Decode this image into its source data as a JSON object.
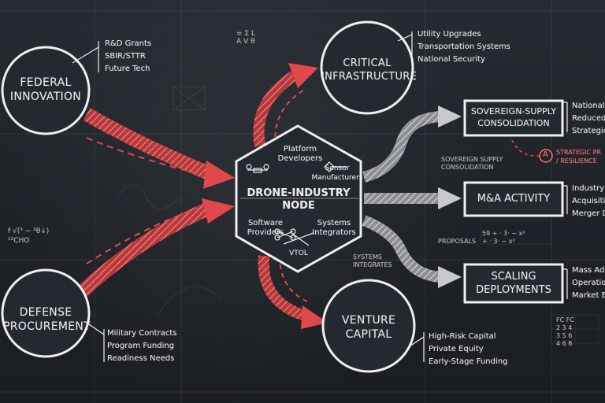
{
  "nodes": {
    "federal": {
      "title": "FEDERAL\nINNOVATION",
      "bullets": [
        "R&D Grants",
        "SBIR/STTR",
        "Future Tech"
      ]
    },
    "defense": {
      "title": "DEFENSE\nPROCUREMENT",
      "bullets": [
        "Military Contracts",
        "Program Funding",
        "Readiness Needs"
      ]
    },
    "critical": {
      "title": "CRITICAL\nINFRASTRUCTURE",
      "bullets": [
        "Utility Upgrades",
        "Transportation Systems",
        "National Security"
      ]
    },
    "venture": {
      "title": "VENTURE\nCAPITAL",
      "bullets": [
        "High-Risk Capital",
        "Private Equity",
        "Early-Stage Funding"
      ]
    },
    "hub": {
      "title": "DRONE-INDUSTRY\nNODE",
      "roles": {
        "platform": "Platform\nDevelopers",
        "sensor": "Sensor\nManufacturers",
        "software": "Software\nProviders",
        "systems": "Systems\nIntegrators",
        "vtol": "VTOL"
      }
    },
    "outcomes": [
      {
        "title": "SOVEREIGN-SUPPLY\nCONSOLIDATION",
        "bullets": [
          "National C",
          "Reduced R",
          "Strategic"
        ]
      },
      {
        "title": "M&A ACTIVITY",
        "bullets": [
          "Industry C",
          "Acquisitio",
          "Merger D"
        ]
      },
      {
        "title": "SCALING\nDEPLOYMENTS",
        "bullets": [
          "Mass Ado",
          "Operation",
          "Market Ex"
        ]
      }
    ]
  },
  "annotations": {
    "strategic_marker": "A",
    "strategic_text": "STRATEGIC PR\n/ RESILIENCE",
    "sovereign_small": "SOVEREIGN SUPPLY\nCONSOLIDATION",
    "systems_small": "SYSTEMS\nINTEGRATES",
    "proposals_small": "PROPOSALS",
    "chalk_formula_top": "= Σ L\nA V θ",
    "chalk_formula_left": "f √(³ − ²θ↓)\n¹²CHO",
    "chalk_formula_right": "59 + · 3· − x²\n+ · 3· − x²",
    "table_head": "FC  FC",
    "table_rows": [
      "2  3  4",
      "3  5  6",
      "4  6  8"
    ]
  },
  "colors": {
    "background": "#1f2328",
    "chalk": "#e9e9e9",
    "red_arrow": "#e0484b",
    "gray_arrow": "#c9c9c9"
  }
}
